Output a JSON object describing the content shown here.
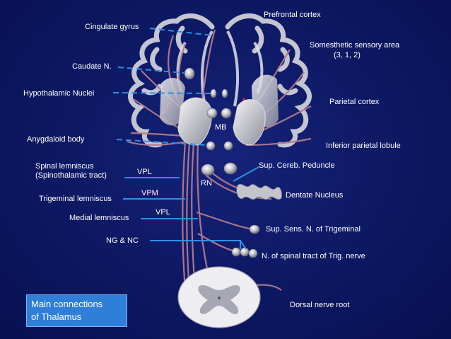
{
  "labels": {
    "prefrontal_cortex": "Prefrontal cortex",
    "cingulate_gyrus": "Cingulate gyrus",
    "somesthetic_line1": "Somesthetic sensory area",
    "somesthetic_line2": "(3, 1, 2)",
    "caudate": "Caudate N.",
    "hypothalamic": "Hypothalamic Nuclei",
    "parietal": "Parietal cortex",
    "mb": "MB",
    "amygdaloid": "Anygdaloid body",
    "inferior_parietal": "Inferior parietal lobule",
    "spinal_lemniscus_line1": "Spinal lemniscus",
    "spinal_lemniscus_line2": "(Spinothalamic tract)",
    "vpl_1": "VPL",
    "sup_cereb_peduncle": "Sup. Cereb. Peduncle",
    "rn": "RN",
    "trigeminal_lemniscus": "Trigeminal lemniscus",
    "vpm": "VPM",
    "dentate": "Dentate Nucleus",
    "medial_lemniscus": "Medial lemniscus",
    "vpl_2": "VPL",
    "sup_sens_trigeminal": "Sup. Sens. N. of Trigeminal",
    "ng_nc": "NG & NC",
    "spinal_tract_trig": "N. of spinal tract of Trig. nerve",
    "dorsal_root": "Dorsal nerve root"
  },
  "legend": {
    "line1": "Main connections",
    "line2": "of Thalamus"
  },
  "colors": {
    "background": "#0e1a66",
    "cortex_outline": "#dcdcdc",
    "pathway": "#b07a8c",
    "pointer": "#2f8fe8",
    "legend_box": "#2f7fd8"
  }
}
